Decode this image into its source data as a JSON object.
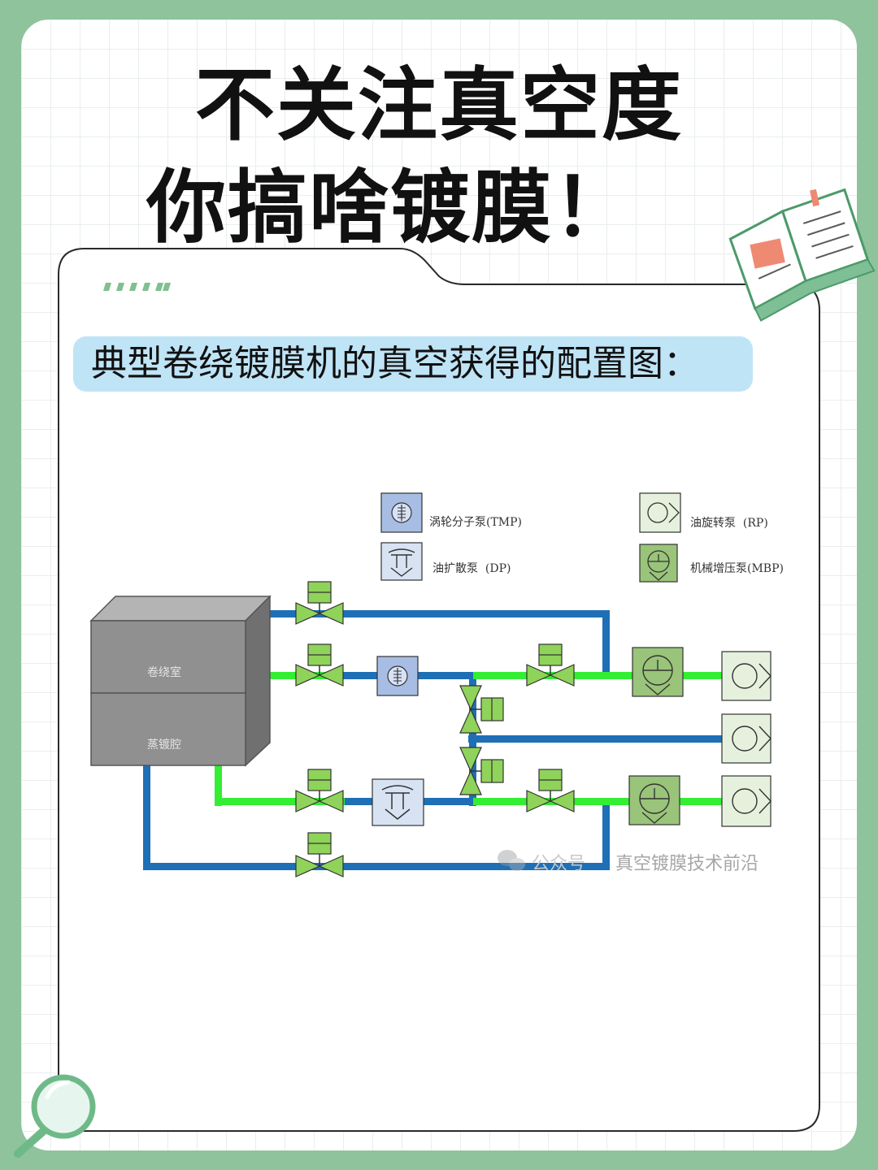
{
  "header": {
    "title_line1": "不关注真空度",
    "title_line2": "你搞啥镀膜！"
  },
  "banner": {
    "text": "典型卷绕镀膜机的真空获得的配置图："
  },
  "legend": {
    "tmp": "涡轮分子泵(TMP)",
    "dp": "油扩散泵  (DP)",
    "rp": "油旋转泵  (RP)",
    "mbp": "机械增压泵(MBP)"
  },
  "chambers": {
    "winding": "卷绕室",
    "evaporation": "蒸镀腔"
  },
  "watermark": {
    "account": "公众号",
    "name": "真空镀膜技术前沿"
  },
  "colors": {
    "background": "#8ec39c",
    "blue_pipe": "#1e6fb5",
    "green_pipe": "#33ee33",
    "valve": "#8fd35a",
    "chamber": "#8f8f8f",
    "banner": "#bfe4f6"
  }
}
